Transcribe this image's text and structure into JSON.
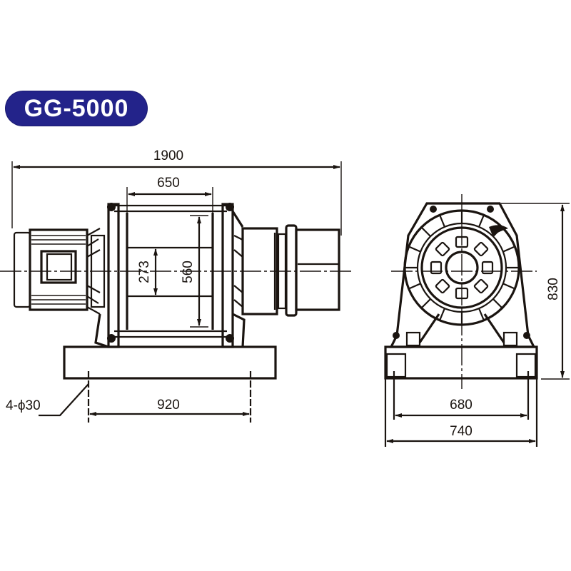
{
  "model": {
    "label": "GG-5000",
    "badge_color": "#23238a",
    "text_color": "#ffffff"
  },
  "line_color": "#1a1410",
  "front_view": {
    "dimensions": {
      "overall_length": "1900",
      "drum_length": "650",
      "drum_core_diameter": "273",
      "flange_diameter": "560",
      "bolt_spacing": "920",
      "mounting_holes": "4-ϕ30"
    },
    "components": [
      "electric-motor",
      "gear-coupling",
      "rope-drum",
      "drum-side-frame",
      "gearbox-reducer",
      "brake-housing",
      "base-frame"
    ]
  },
  "side_view": {
    "dimensions": {
      "overall_height": "830",
      "bolt_spacing": "680",
      "base_width": "740"
    },
    "components": [
      "drum-flange",
      "drum-hub",
      "side-frame",
      "base-frame"
    ]
  }
}
